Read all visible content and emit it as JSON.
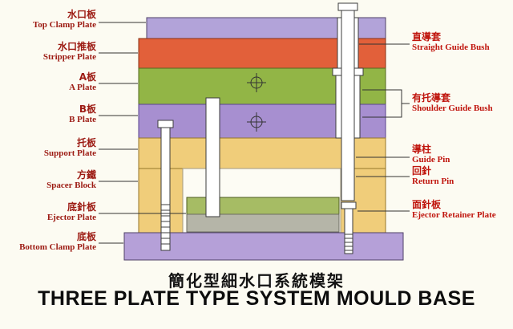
{
  "title": {
    "zh": "簡化型細水口系統模架",
    "en": "THREE PLATE TYPE SYSTEM MOULD BASE"
  },
  "left_labels": [
    {
      "zh": "水口板",
      "en": "Top Clamp Plate"
    },
    {
      "zh": "水口推板",
      "en": "Stripper Plate"
    },
    {
      "zh": "A板",
      "en": "A Plate"
    },
    {
      "zh": "B板",
      "en": "B Plate"
    },
    {
      "zh": "托板",
      "en": "Support Plate"
    },
    {
      "zh": "方鐵",
      "en": "Spacer Block"
    },
    {
      "zh": "底針板",
      "en": "Ejector Plate"
    },
    {
      "zh": "底板",
      "en": "Bottom Clamp Plate"
    }
  ],
  "right_labels": [
    {
      "zh": "直導套",
      "en": "Straight Guide Bush"
    },
    {
      "zh": "有托導套",
      "en": "Shoulder Guide Bush"
    },
    {
      "zh": "導柱",
      "en": "Guide Pin"
    },
    {
      "zh": "回針",
      "en": "Return Pin"
    },
    {
      "zh": "面針板",
      "en": "Ejector Retainer Plate"
    }
  ],
  "colors": {
    "top_clamp_plate": "#b2a3d9",
    "stripper_plate": "#e2603a",
    "a_plate": "#92b546",
    "b_plate": "#a78fd0",
    "support_plate": "#f0cd7a",
    "spacer_block": "#f0cd7a",
    "ejector_retainer_plate": "#a6bc64",
    "ejector_plate": "#b5b5a8",
    "bottom_clamp_plate": "#b5a0d8",
    "background": "#fcfbf2",
    "left_label_text": "#9c1a12",
    "right_label_text": "#c0160e",
    "title_text": "#141414",
    "leader_line": "#333333"
  }
}
